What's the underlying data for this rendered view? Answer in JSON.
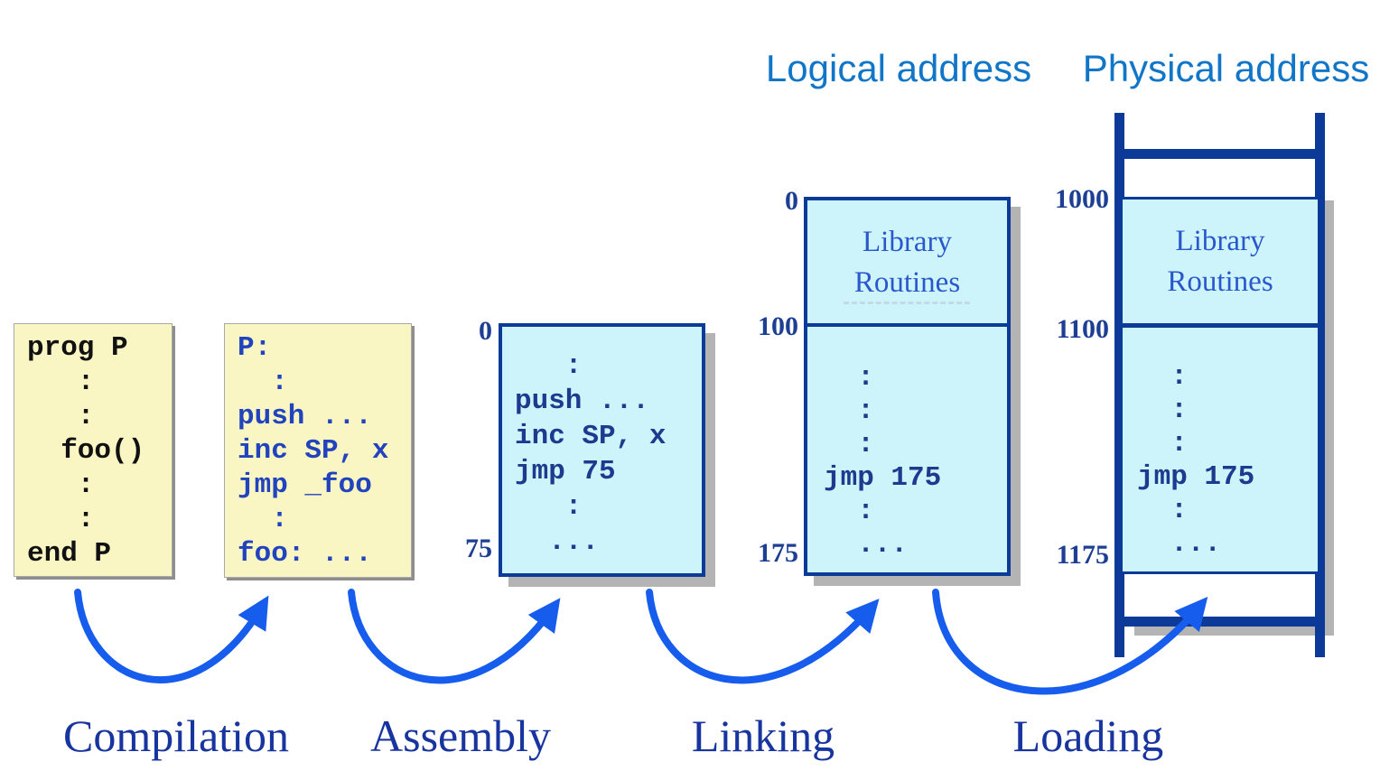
{
  "header": {
    "logical_label": "Logical address",
    "physical_label": "Physical address"
  },
  "stages": {
    "compilation": "Compilation",
    "assembly": "Assembly",
    "linking": "Linking",
    "loading": "Loading"
  },
  "source_box": {
    "lines": [
      "prog P",
      "   :",
      "   :",
      "  foo()",
      "   :",
      "   :",
      "end P"
    ]
  },
  "object_box": {
    "lines": [
      "P:",
      "  :",
      "push ...",
      "inc SP, x",
      "jmp _foo",
      "  :",
      "foo: ..."
    ]
  },
  "exec_box": {
    "addr_top": "0",
    "addr_bottom": "75",
    "lines": [
      "   :",
      "push ...",
      "inc SP, x",
      "jmp 75",
      "   :",
      "  ..."
    ]
  },
  "load_box": {
    "addr_top": "0",
    "addr_mid": "100",
    "addr_bottom": "175",
    "section_title": [
      "Library",
      "Routines"
    ],
    "lines": [
      "  :",
      "  :",
      "  :",
      "jmp 175",
      "  :",
      "  ..."
    ]
  },
  "memory_box": {
    "addr_top": "1000",
    "addr_mid": "1100",
    "addr_bottom": "1175",
    "section_title": [
      "Library",
      "Routines"
    ],
    "lines": [
      "  :",
      "  :",
      "  :",
      "jmp 175",
      "  :",
      "  ..."
    ]
  },
  "colors": {
    "header_blue": "#1276c8",
    "stage_navy": "#18359f",
    "box_border_navy": "#0c3a99",
    "code_navy": "#1c3a8e",
    "code_royal": "#2243be",
    "library_blue": "#2a58cc",
    "arrow_blue": "#165ced",
    "yellow_fill": "#f9f6c4",
    "cyan_fill": "#cdf4fa",
    "shadow_gray": "#b4b4b4"
  }
}
